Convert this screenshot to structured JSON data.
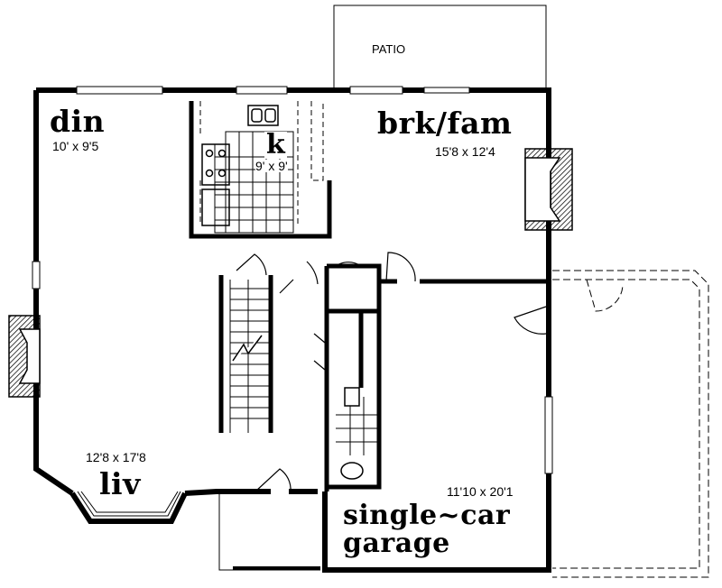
{
  "rooms": {
    "patio": {
      "label": "PATIO"
    },
    "dining": {
      "label": "din",
      "size": "10' x 9'5"
    },
    "kitchen": {
      "label": "k",
      "size": "9' x 9'"
    },
    "breakfast_family": {
      "label": "brk/fam",
      "size": "15'8 x 12'4"
    },
    "living": {
      "label": "liv",
      "size": "12'8 x 17'8"
    },
    "garage": {
      "label_line1": "single~car",
      "label_line2": "garage",
      "size": "11'10 x 20'1"
    }
  },
  "colors": {
    "ink": "#000000",
    "paper": "#ffffff"
  }
}
